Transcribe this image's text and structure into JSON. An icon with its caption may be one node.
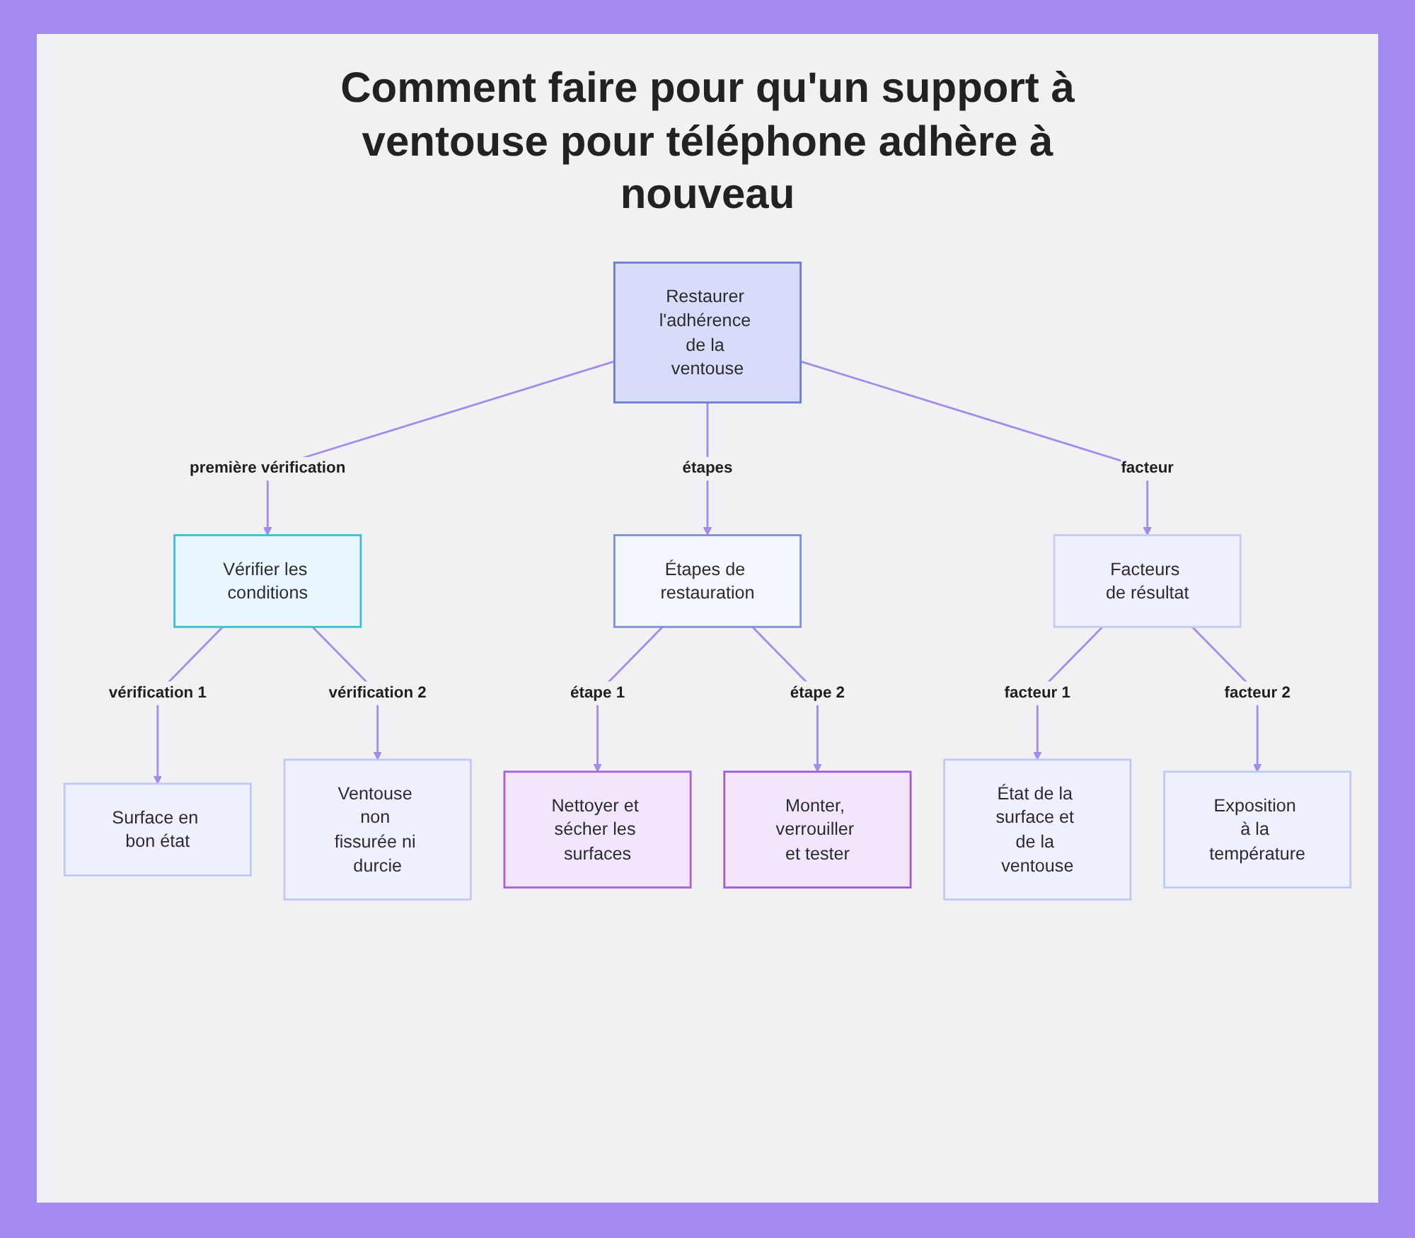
{
  "diagram": {
    "title": "Comment faire pour qu'un support à ventouse pour téléphone adhère à nouveau",
    "nodes": [
      {
        "text": [
          "Restaurer l'adhérence de la ventouse"
        ]
      },
      {
        "text": [
          "Vérifier les conditions"
        ]
      },
      {
        "text": [
          "Étapes de restauration"
        ]
      },
      {
        "text": [
          "Facteurs de résultat"
        ]
      },
      {
        "text": [
          "Surface en bon état"
        ]
      },
      {
        "text": [
          "Ventouse non fissurée ni durcie"
        ]
      },
      {
        "text": [
          "Nettoyer et sécher les surfaces"
        ]
      },
      {
        "text": [
          "Monter, verrouiller et tester"
        ]
      },
      {
        "text": [
          "État de la surface et de la ventouse"
        ]
      },
      {
        "text": [
          "Exposition à la température"
        ]
      }
    ],
    "edges": [
      {
        "from": 0,
        "to": 1,
        "arrow": "to",
        "label": "première vérification"
      },
      {
        "from": 0,
        "to": 2,
        "arrow": "to",
        "label": "étapes"
      },
      {
        "from": 0,
        "to": 3,
        "arrow": "to",
        "label": "facteur"
      },
      {
        "from": 1,
        "to": 4,
        "arrow": "to",
        "label": "vérification 1"
      },
      {
        "from": 1,
        "to": 5,
        "arrow": "to",
        "label": "vérification 2"
      },
      {
        "from": 2,
        "to": 6,
        "arrow": "to",
        "label": "étape 1"
      },
      {
        "from": 2,
        "to": 7,
        "arrow": "to",
        "label": "étape 2"
      },
      {
        "from": 3,
        "to": 8,
        "arrow": "to",
        "label": "facteur 1"
      },
      {
        "from": 3,
        "to": 9,
        "arrow": "to",
        "label": "facteur 2"
      }
    ]
  }
}
